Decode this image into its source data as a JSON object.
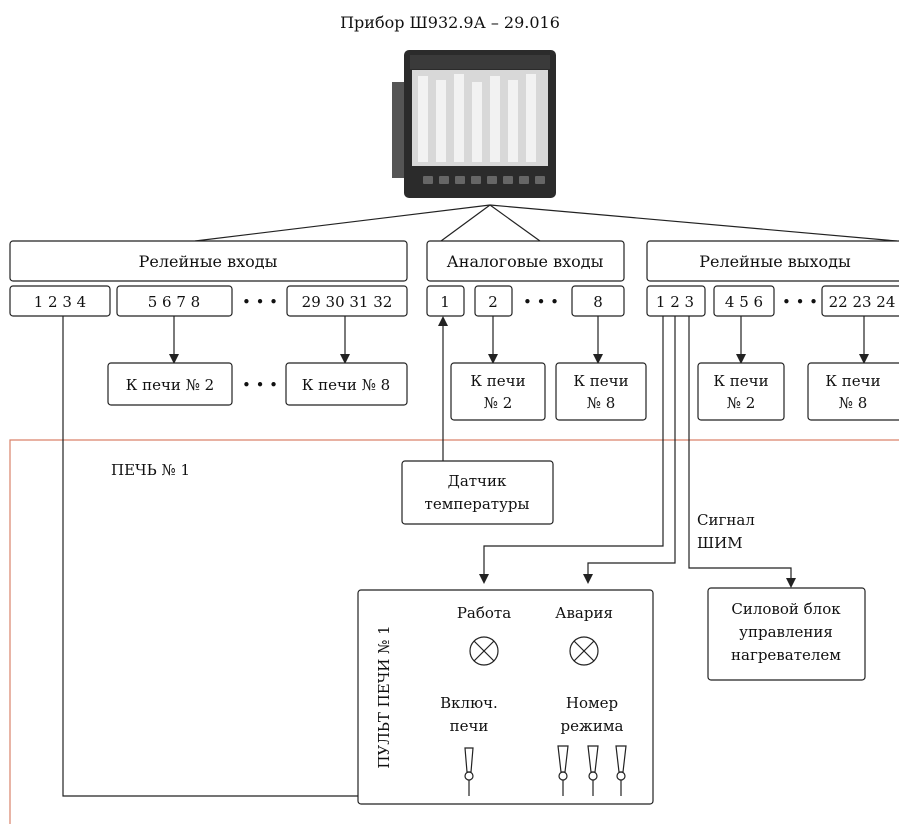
{
  "title": "Прибор Ш932.9А – 29.016",
  "groups": {
    "relay_inputs": "Релейные входы",
    "analog_inputs": "Аналоговые входы",
    "relay_outputs": "Релейные выходы"
  },
  "terminals": {
    "ri_1": "1 2 3 4",
    "ri_2": "5 6 7 8",
    "ri_3": "29 30 31 32",
    "ai_1": "1",
    "ai_2": "2",
    "ai_3": "8",
    "ro_1": "1 2 3",
    "ro_2": "4 5 6",
    "ro_3": "22 23 24"
  },
  "ellipsis": "• • •",
  "furnace_links": {
    "ri_to_2": "К печи № 2",
    "ri_to_8": "К печи № 8",
    "to_word": "К печи",
    "no_2": "№ 2",
    "no_8": "№ 8"
  },
  "furnace_zone_label": "ПЕЧЬ № 1",
  "sensor": {
    "line1": "Датчик",
    "line2": "температуры"
  },
  "pwm": {
    "line1": "Сигнал",
    "line2": "ШИМ"
  },
  "power_block": {
    "line1": "Силовой блок",
    "line2": "управления",
    "line3": "нагревателем"
  },
  "panel": {
    "title": "ПУЛЬТ ПЕЧИ № 1",
    "work": "Работа",
    "alarm": "Авария",
    "enable_line1": "Включ.",
    "enable_line2": "печи",
    "mode_line1": "Номер",
    "mode_line2": "режима"
  },
  "colors": {
    "furnace_zone": "#d9826a",
    "line": "#222222",
    "device_body": "#2b2b2b",
    "device_screen": "#d8d8d8"
  },
  "icons": [
    "recorder-device-image",
    "indicator-lamp-icon",
    "toggle-switch-icon"
  ]
}
